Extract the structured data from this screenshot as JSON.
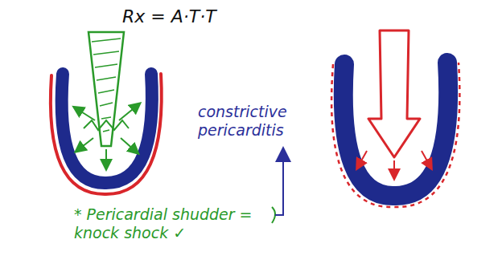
{
  "diagram": {
    "labels": [
      "Rx = A·T·T",
      "constrictive pericarditis",
      "* Pericardial shudder = knock shock ✓"
    ]
  }
}
